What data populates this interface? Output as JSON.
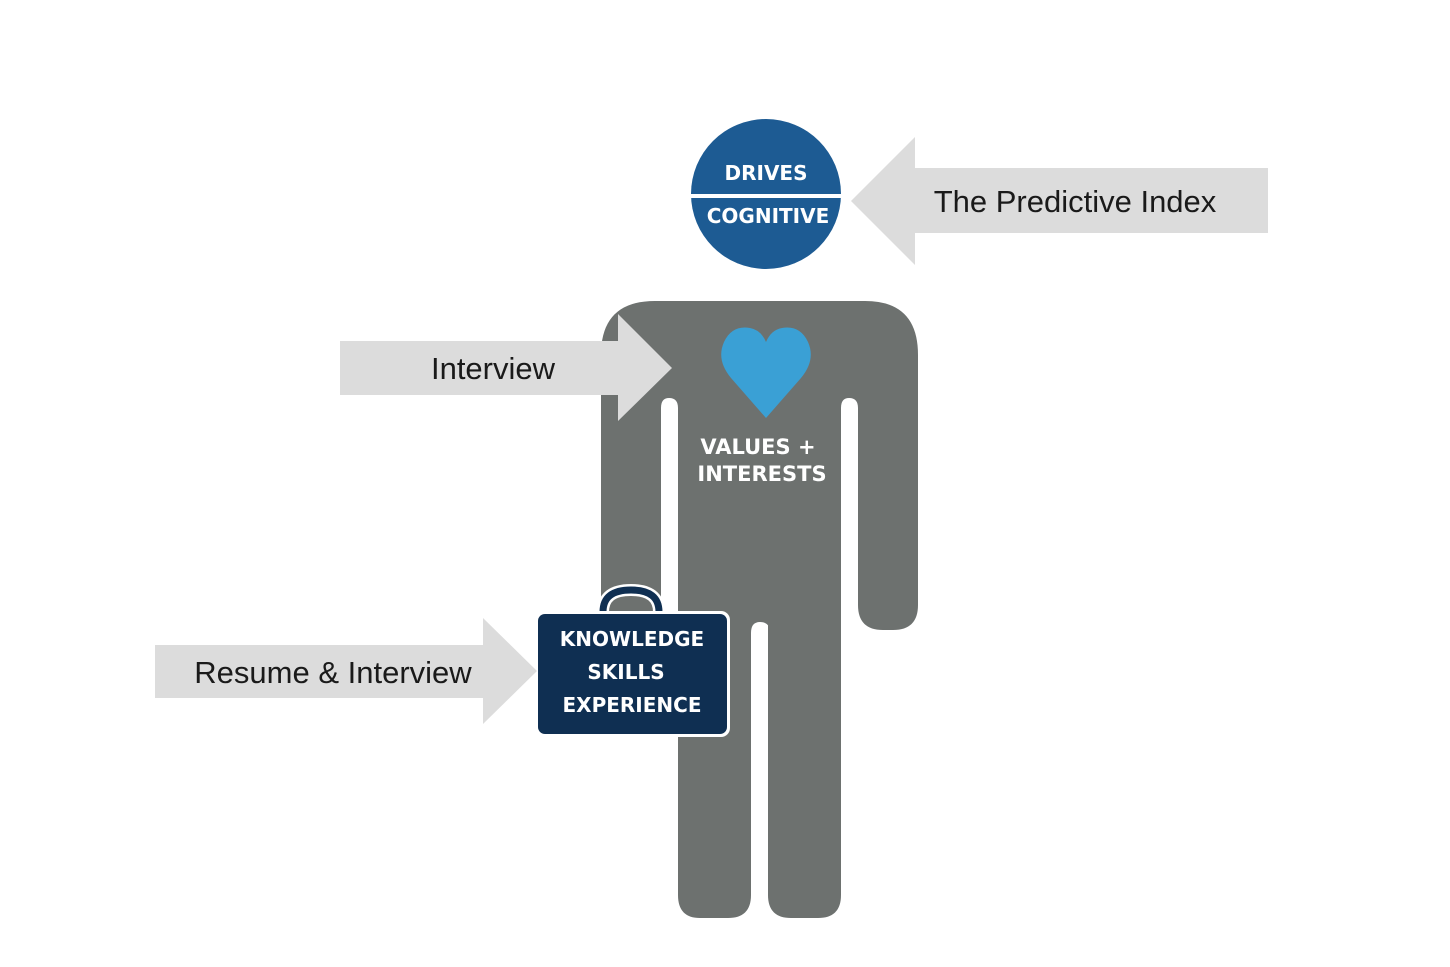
{
  "colors": {
    "background": "#ffffff",
    "figure": "#6d716f",
    "heart": "#3aa0d5",
    "head": "#1d5b93",
    "briefcase": "#0f2f52",
    "arrow": "#dcdcdc",
    "arrow_text": "#1a1a1a",
    "inner_text": "#ffffff"
  },
  "head": {
    "top_label": "DRIVES",
    "bottom_label": "COGNITIVE"
  },
  "chest": {
    "line1": "VALUES +",
    "line2": "INTERESTS"
  },
  "briefcase": {
    "line1": "KNOWLEDGE",
    "line2": "SKILLS",
    "line3": "EXPERIENCE"
  },
  "arrows": {
    "head_source": "The Predictive Index",
    "chest_source": "Interview",
    "briefcase_source": "Resume & Interview"
  }
}
